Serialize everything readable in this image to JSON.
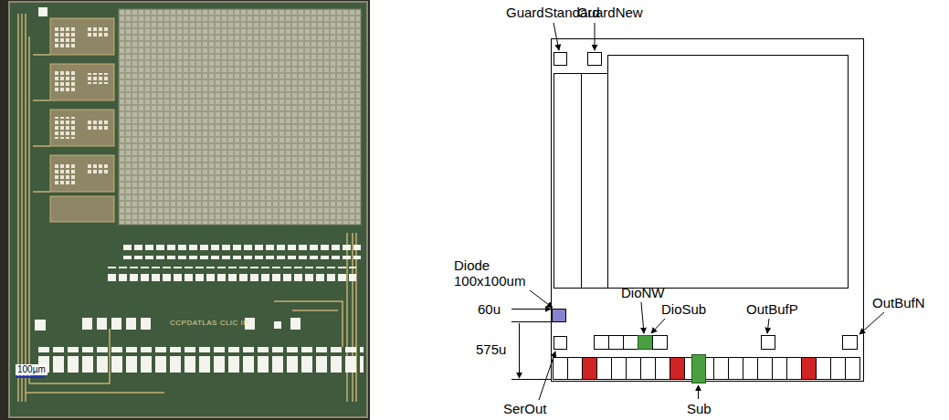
{
  "diagram": {
    "labels": [
      "GuardStandard",
      "GuardNew",
      "Diode 100x100um",
      "60u",
      "575u",
      "DioNW",
      "DioSub",
      "OutBufP",
      "OutBufN",
      "SerOut",
      "Sub",
      "100µm",
      "CCPDATLAS CLIC IP"
    ]
  }
}
